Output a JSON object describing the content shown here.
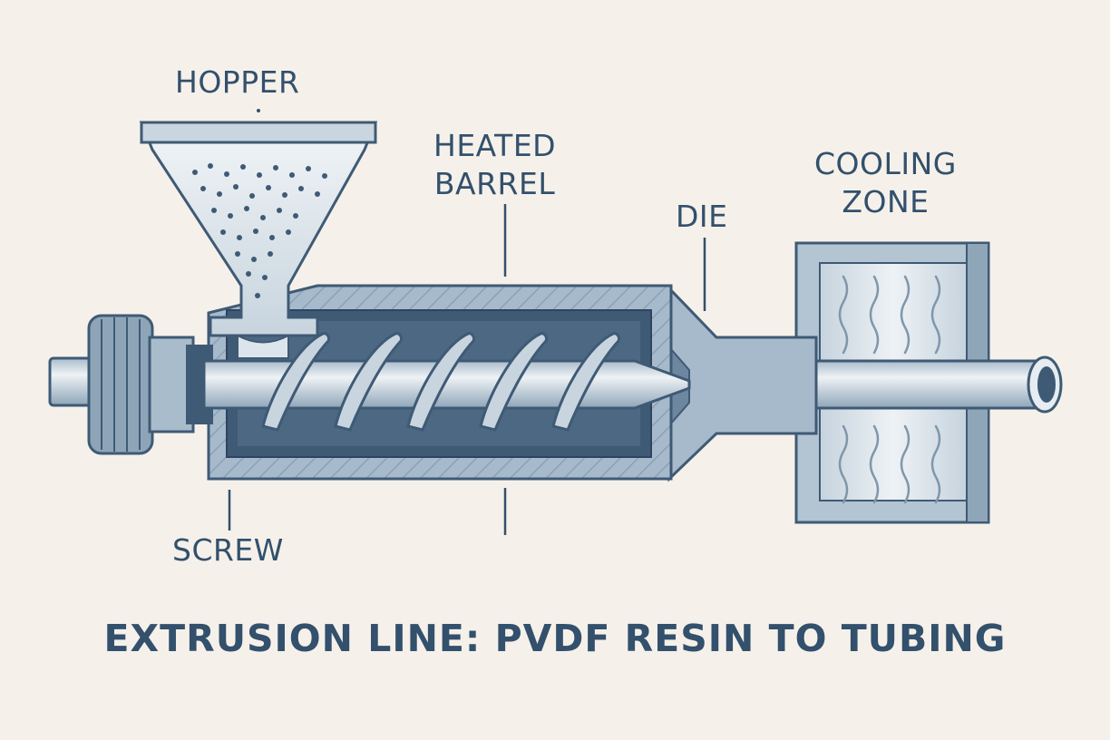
{
  "labels": {
    "hopper": "HOPPER",
    "heated_barrel_line1": "HEATED",
    "heated_barrel_line2": "BARREL",
    "die": "DIE",
    "cooling_zone_line1": "COOLING",
    "cooling_zone_line2": "ZONE",
    "screw": "SCREW"
  },
  "title": "EXTRUSION LINE: PVDF RESIN TO TUBING",
  "colors": {
    "background": "#f5f1ea",
    "ink": "#33506c",
    "metal_light": "#dbe3ea",
    "metal_mid": "#a9bccb",
    "metal_dark": "#3f5a75",
    "barrel_fill": "#9fb3c4"
  }
}
